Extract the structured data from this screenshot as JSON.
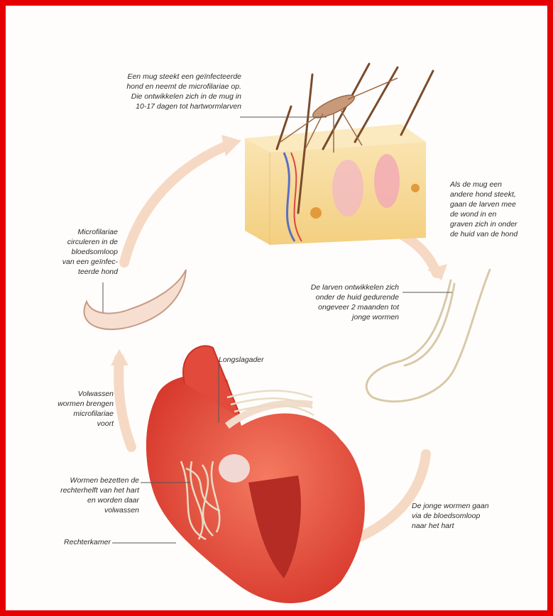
{
  "frame": {
    "border_color": "#e60000"
  },
  "labels": {
    "mosquito_bite": "Een mug steekt een geïnfecteerde\nhond en neemt de microfilariae op.\nDie ontwikkelen zich in de mug in\n10-17 dagen tot hartwormlarven",
    "larvae_enter": "Als de mug een\nandere hond steekt,\ngaan de larven mee\nde wond in en\ngraven zich in onder\nde huid van de hond",
    "larvae_develop": "De larven ontwikkelen zich\nonder de huid gedurende\nongeveer 2 maanden tot\njonge wormen",
    "young_worms": "De jonge wormen gaan\nvia de bloedsomloop\nnaar het hart",
    "pulmonary_artery": "Longslagader",
    "worms_occupy": "Wormen bezetten de\nrechterhelft van het hart\nen worden daar\nvolwassen",
    "right_ventricle": "Rechterkamer",
    "adult_worms": "Volwassen\nwormen brengen\nmicrofilariae\nvoort",
    "microfilariae_circulate": "Microfilariae\ncirculeren in de\nbloedsomloop\nvan een geïnfec-\nteerde hond"
  },
  "colors": {
    "cycle_arrow": "#f6d9c4",
    "skin": "#f6dd9f",
    "heart": "#e8463a",
    "worm": "#d9c9a9"
  }
}
